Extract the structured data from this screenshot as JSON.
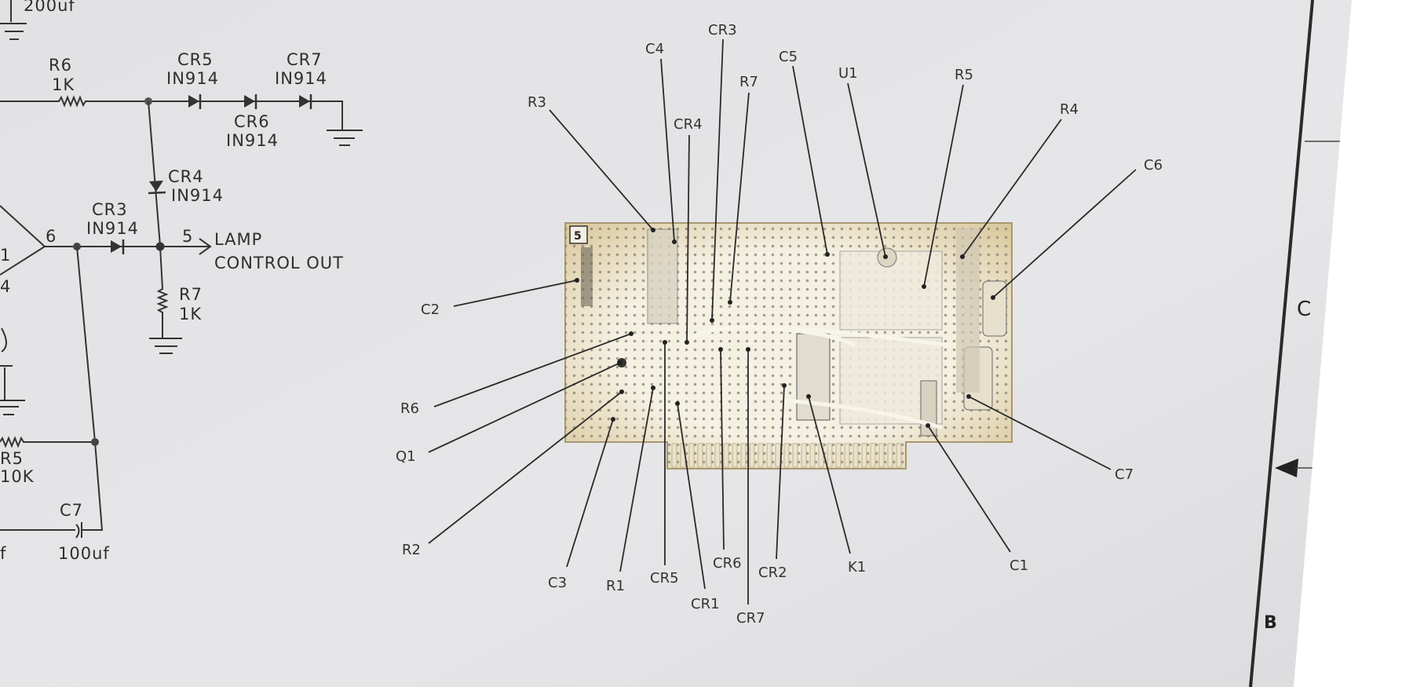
{
  "schematic": {
    "top_cap_value": "200uf",
    "r6": {
      "ref": "R6",
      "value": "1K"
    },
    "cr5": {
      "ref": "CR5",
      "part": "IN914"
    },
    "cr6": {
      "ref": "CR6",
      "part": "IN914"
    },
    "cr7": {
      "ref": "CR7",
      "part": "IN914"
    },
    "cr4": {
      "ref": "CR4",
      "part": "IN914"
    },
    "cr3": {
      "ref": "CR3",
      "part": "IN914"
    },
    "r7": {
      "ref": "R7",
      "value": "1K"
    },
    "r5": {
      "ref": "R5",
      "value": "10K"
    },
    "c7": {
      "ref": "C7",
      "value": "100uf"
    },
    "opamp_pins": {
      "out": "6",
      "in_a": "1",
      "in_b": "4"
    },
    "output_pin": "5",
    "output_label_line1": "LAMP",
    "output_label_line2": "CONTROL OUT",
    "partial_value": "f"
  },
  "board": {
    "board_number": "5",
    "component_labels": [
      "R3",
      "C4",
      "CR3",
      "CR4",
      "R7",
      "C5",
      "U1",
      "R5",
      "R4",
      "C6",
      "C2",
      "R6",
      "Q1",
      "R2",
      "C3",
      "R1",
      "CR5",
      "CR1",
      "CR6",
      "CR7",
      "CR2",
      "K1",
      "C1",
      "C7"
    ]
  },
  "border": {
    "zone_c": "C",
    "zone_b": "B"
  }
}
